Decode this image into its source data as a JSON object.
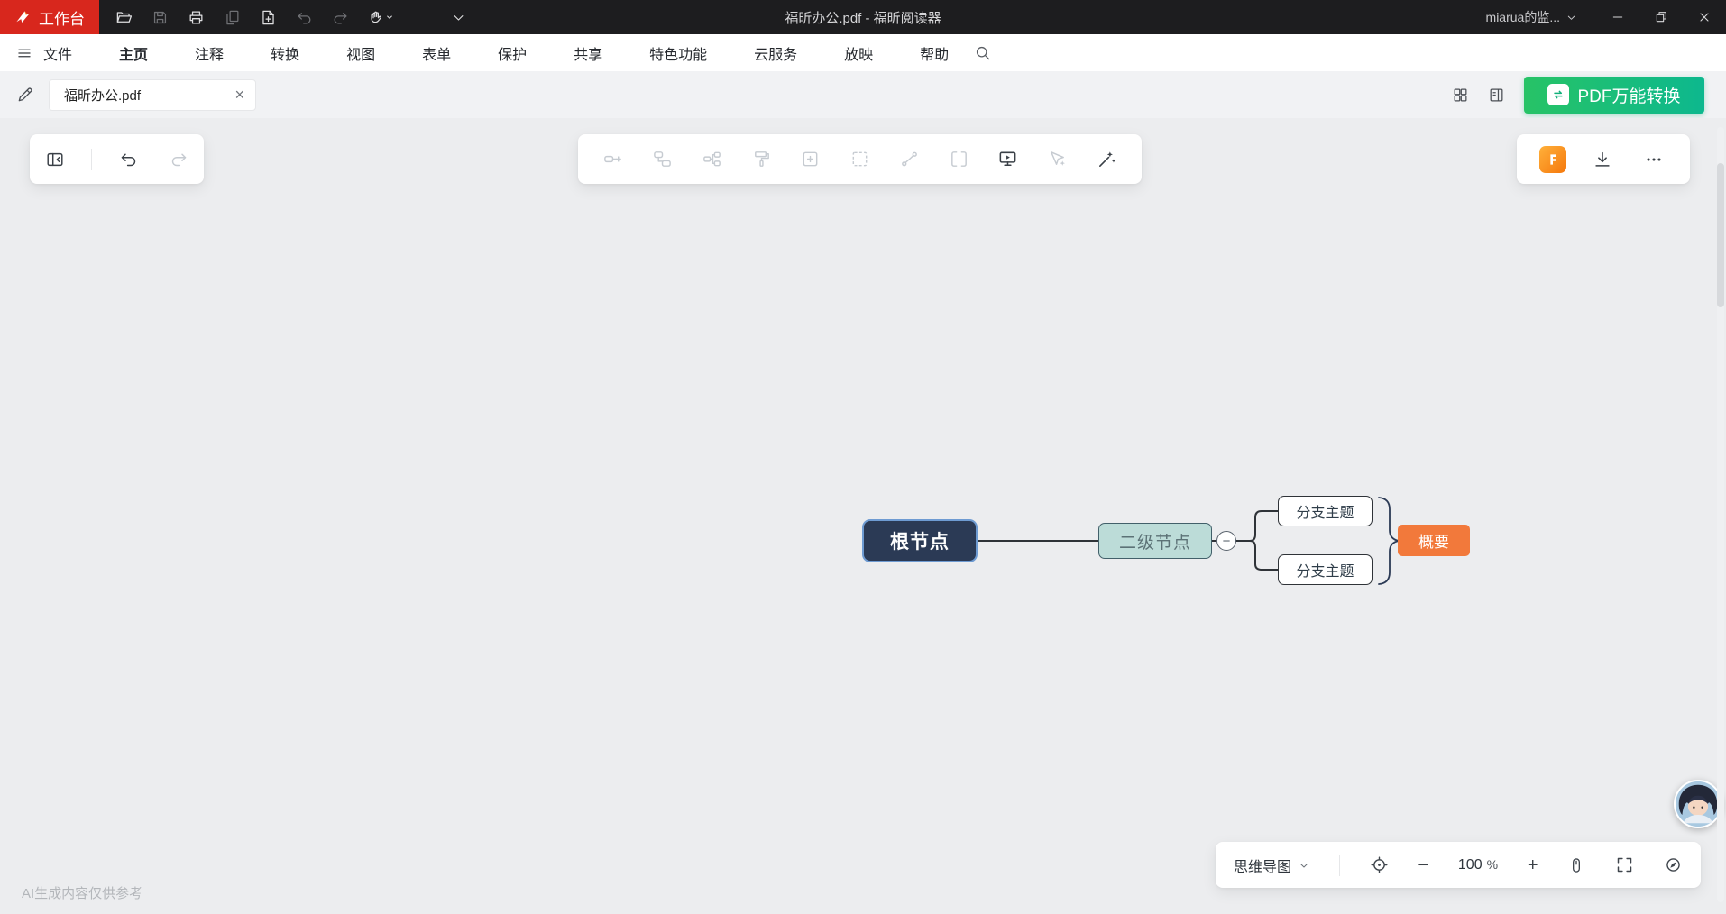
{
  "titlebar": {
    "workspace_label": "工作台",
    "document_title": "福昕办公.pdf - 福昕阅读器",
    "account_label": "miarua的监..."
  },
  "menubar": {
    "items": [
      "文件",
      "主页",
      "注释",
      "转换",
      "视图",
      "表单",
      "保护",
      "共享",
      "特色功能",
      "云服务",
      "放映",
      "帮助"
    ],
    "active_item": "主页"
  },
  "tabbar": {
    "active_tab": "福昕办公.pdf",
    "convert_button": "PDF万能转换"
  },
  "mindmap": {
    "root": "根节点",
    "secondary": "二级节点",
    "branches": [
      "分支主题",
      "分支主题"
    ],
    "summary_label": "概要"
  },
  "statusbar": {
    "mode_label": "思维导图",
    "zoom_value": "100",
    "zoom_unit": "%",
    "ai_disclaimer": "AI生成内容仅供参考"
  },
  "icons": {
    "minus": "−",
    "plus": "+",
    "close_tab": "×"
  },
  "colors": {
    "workspace_red": "#d8271d",
    "convert_green": "#27c366",
    "root_node_bg": "#2b3a55",
    "secondary_node_bg": "#bcdcd8",
    "summary_bg": "#f2793b",
    "selection_outline": "#6e9bd2",
    "titlebar_bg": "#1d1d1f",
    "canvas_bg": "#ecedef"
  }
}
